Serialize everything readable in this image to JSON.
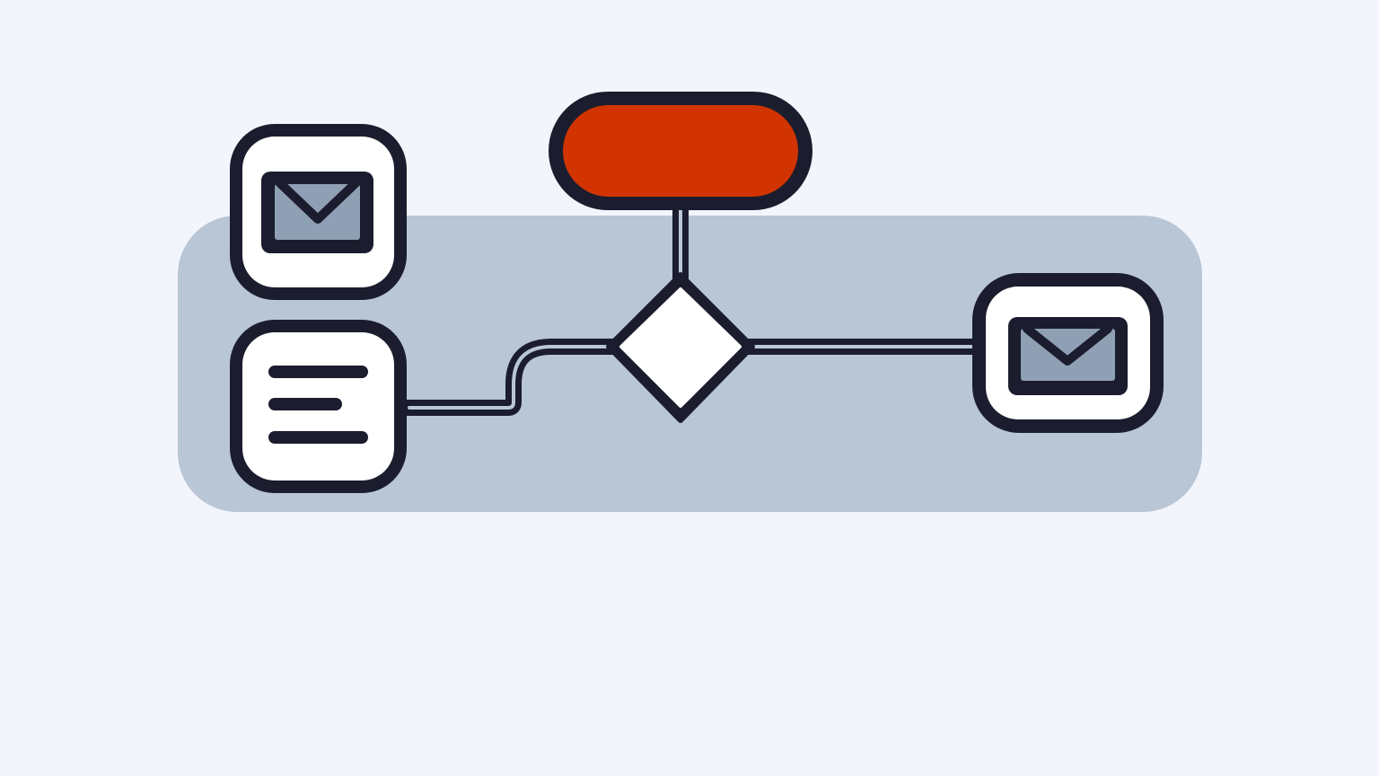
{
  "colors": {
    "background": "#f3f5fc",
    "panel": "#b8c6d5",
    "stroke": "#1b1d2e",
    "node_fill": "#ffffff",
    "start_fill": "#d13400",
    "envelope_fill": "#8f9fb4"
  },
  "nodes": [
    {
      "id": "start",
      "shape": "pill",
      "icon": ""
    },
    {
      "id": "decision",
      "shape": "diamond",
      "icon": ""
    },
    {
      "id": "mail-node-left",
      "shape": "rounded-square",
      "icon": "envelope-icon"
    },
    {
      "id": "document-node",
      "shape": "rounded-square",
      "icon": "document-lines-icon"
    },
    {
      "id": "mail-node-right",
      "shape": "rounded-square",
      "icon": "envelope-icon"
    }
  ],
  "edges": [
    {
      "from": "start",
      "to": "decision"
    },
    {
      "from": "document-node",
      "to": "decision"
    },
    {
      "from": "decision",
      "to": "mail-node-right"
    }
  ]
}
